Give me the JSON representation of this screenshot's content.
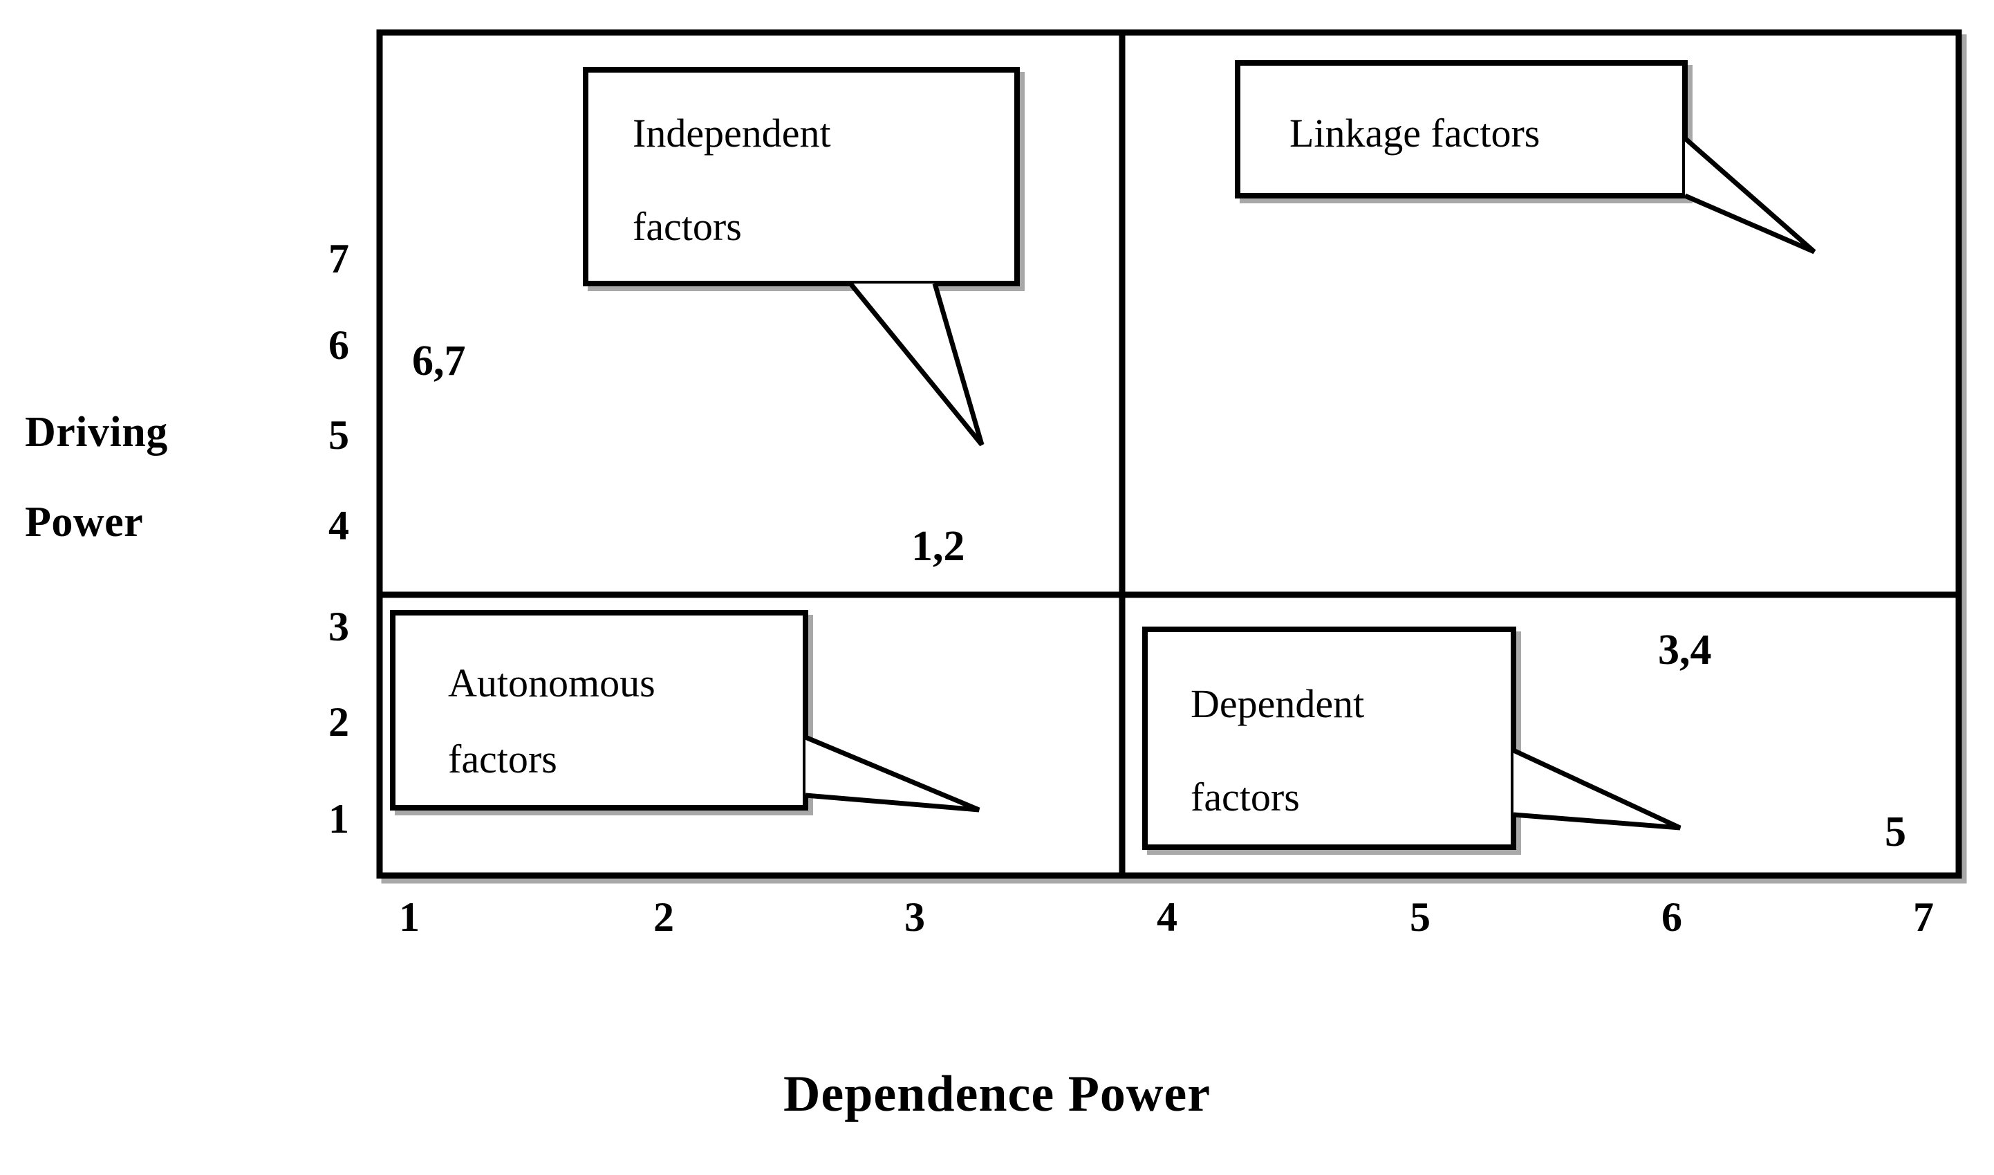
{
  "chart_data": {
    "type": "scatter",
    "title": "",
    "xlabel": "Dependence Power",
    "ylabel": "Driving Power",
    "xlim": [
      0,
      7.5
    ],
    "ylim": [
      0,
      7.5
    ],
    "xticks": [
      "1",
      "2",
      "3",
      "4",
      "5",
      "6",
      "7"
    ],
    "yticks": [
      "7",
      "6",
      "5",
      "4",
      "3",
      "2",
      "1"
    ],
    "grid": false,
    "legend": "none",
    "quadrant_split": {
      "x": 3.5,
      "y": 3.5
    },
    "points": [
      {
        "label": "6,7",
        "factors": [
          "6",
          "7"
        ],
        "x": 1,
        "y": 6,
        "quadrant": "Independent factors"
      },
      {
        "label": "1,2",
        "factors": [
          "1",
          "2"
        ],
        "x": 3,
        "y": 4,
        "quadrant": "Independent factors"
      },
      {
        "label": "3,4",
        "factors": [
          "3",
          "4"
        ],
        "x": 6,
        "y": 3,
        "quadrant": "Dependent factors"
      },
      {
        "label": "5",
        "factors": [
          "5"
        ],
        "x": 7,
        "y": 1,
        "quadrant": "Dependent factors"
      }
    ],
    "quadrants": [
      {
        "id": "autonomous",
        "name": "Autonomous factors",
        "position": "bottom-left"
      },
      {
        "id": "dependent",
        "name": "Dependent factors",
        "position": "bottom-right"
      },
      {
        "id": "independent",
        "name": "Independent factors",
        "position": "top-left"
      },
      {
        "id": "linkage",
        "name": "Linkage factors",
        "position": "top-right"
      }
    ]
  },
  "axes": {
    "y_title_line1": "Driving",
    "y_title_line2": "Power",
    "x_title": "Dependence Power",
    "y_ticks": [
      {
        "value": "7"
      },
      {
        "value": "6"
      },
      {
        "value": "5"
      },
      {
        "value": "4"
      },
      {
        "value": "3"
      },
      {
        "value": "2"
      },
      {
        "value": "1"
      }
    ],
    "x_ticks": [
      {
        "value": "1"
      },
      {
        "value": "2"
      },
      {
        "value": "3"
      },
      {
        "value": "4"
      },
      {
        "value": "5"
      },
      {
        "value": "6"
      },
      {
        "value": "7"
      }
    ]
  },
  "callouts": {
    "independent": {
      "line1": "Independent",
      "line2": "factors"
    },
    "linkage": {
      "line1": "Linkage factors",
      "line2": ""
    },
    "autonomous": {
      "line1": "Autonomous",
      "line2": "factors"
    },
    "dependent": {
      "line1": "Dependent",
      "line2": "factors"
    }
  },
  "data_labels": {
    "top_left": "6,7",
    "mid_left": "1,2",
    "right_upper": "3,4",
    "right_lower": "5"
  },
  "colors": {
    "border": "#000000",
    "shadow": "#999999",
    "background": "#ffffff",
    "text": "#000000"
  }
}
